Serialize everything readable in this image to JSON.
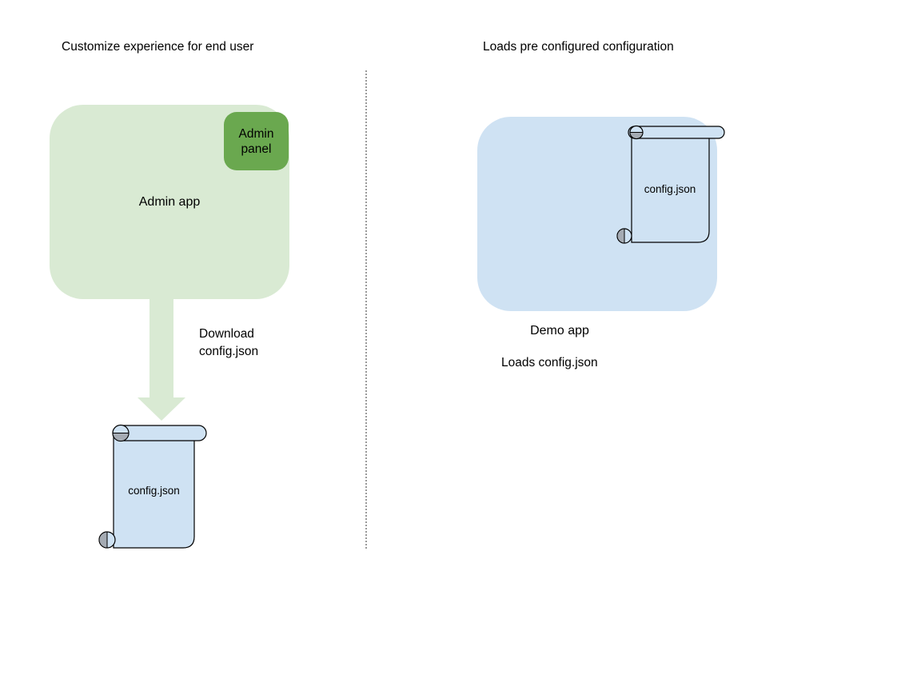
{
  "diagram": {
    "left": {
      "title": "Customize experience for end user",
      "admin_app_label": "Admin app",
      "admin_panel_label": "Admin panel",
      "arrow_caption": "Download config.json",
      "file_label": "config.json"
    },
    "right": {
      "title": "Loads pre configured configuration",
      "demo_app_label": "Demo app",
      "file_label": "config.json",
      "caption": "Loads config.json"
    },
    "colors": {
      "app_green_light": "#d9ead3",
      "panel_green_dark": "#6aa84f",
      "app_blue_light": "#cfe2f3",
      "scroll_fill_blue": "#cfe2f3",
      "curl_gray": "#a5abb3",
      "shape_outline": "#000000",
      "divider_gray": "#9a9a9a",
      "text_black": "#000000"
    }
  }
}
